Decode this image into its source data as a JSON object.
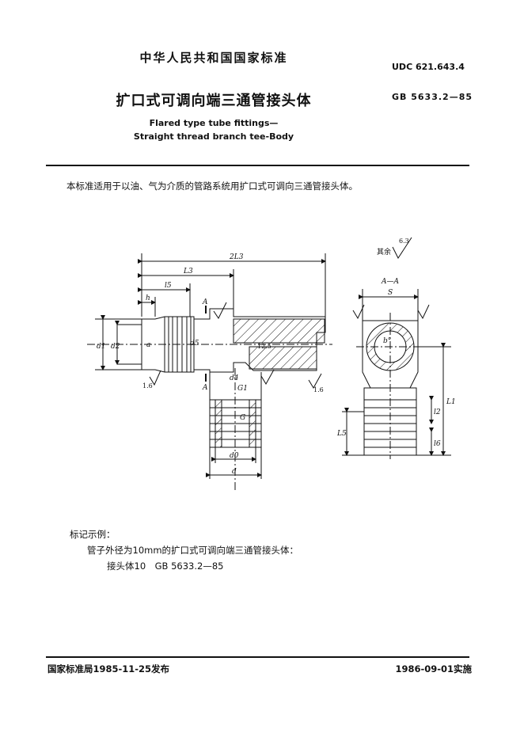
{
  "header": {
    "organization": "中华人民共和国国家标准",
    "udc": "UDC 621.643.4",
    "title_cn": "扩口式可调向端三通管接头体",
    "standard_no": "GB 5633.2—85",
    "title_en_line1": "Flared type tube fittings—",
    "title_en_line2": "Straight thread branch tee-Body"
  },
  "intro": "本标准适用于以油、气为介质的管路系统用扩口式可调向三通管接头体。",
  "drawing": {
    "dims": {
      "two_l3": "2L3",
      "l3": "L3",
      "l5": "l5",
      "h": "h",
      "d1": "d1",
      "d2": "d2",
      "a": "a",
      "d5": "d5",
      "d4": "d4",
      "g1": "G1",
      "g": "G",
      "d0": "d0",
      "d": "d",
      "section_a": "A",
      "section_label": "A—A",
      "s": "S",
      "b": "b°",
      "l1": "L1",
      "l2": "l2",
      "l6": "l6",
      "l5_right": "L5",
      "roughness_125": "12.5",
      "roughness_16": "1.6",
      "roughness_63": "6.3",
      "rest": "其余"
    }
  },
  "marking": {
    "heading": "标记示例：",
    "line1": "管子外径为10mm的扩口式可调向端三通管接头体：",
    "line2": "接头体10　GB 5633.2—85"
  },
  "footer": {
    "issued": "国家标准局1985-11-25发布",
    "effective": "1986-09-01实施"
  }
}
